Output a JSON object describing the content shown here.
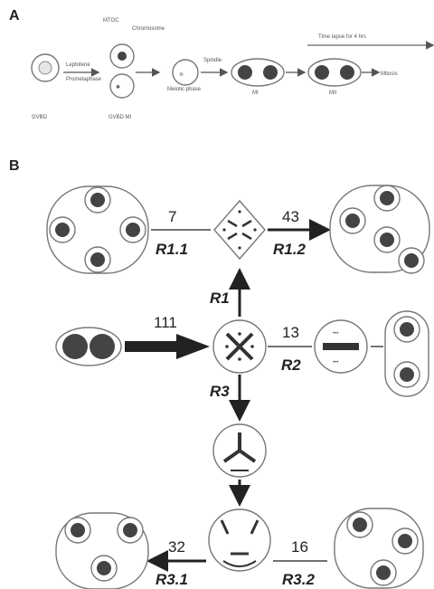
{
  "panel_a": {
    "letter": "A",
    "labels": {
      "mtoc": "MTOC",
      "chromosome": "Chromosome",
      "leptotene": "Leptotene",
      "prometaphase": "Prometaphase",
      "phase": "Meiotic phase",
      "spindle": "Spindle",
      "mi": "MI",
      "mii": "MII",
      "arrow_label": "Time lapse for 4 hrs",
      "mitosis": "Mitosis",
      "gv": "GVBD",
      "gvbd_ref": "GVBD MI"
    }
  },
  "panel_b": {
    "letter": "B",
    "counts": {
      "r1_1": "7",
      "r1_2": "43",
      "main": "111",
      "r2": "13",
      "r3_1": "32",
      "r3_2": "16"
    },
    "routes": {
      "r1": "R1",
      "r1_1": "R1.1",
      "r1_2": "R1.2",
      "r2": "R2",
      "r3": "R3",
      "r3_1": "R3.1",
      "r3_2": "R3.2"
    }
  }
}
